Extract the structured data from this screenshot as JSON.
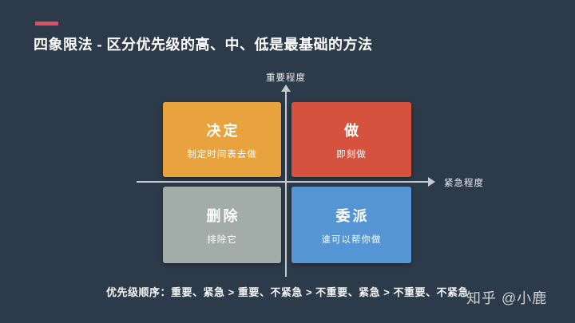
{
  "slide": {
    "title": "四象限法 - 区分优先级的高、中、低是最基础的方法",
    "accent_color": "#dd5060",
    "background_color": "#2d3a49"
  },
  "axes": {
    "y_label": "重要程度",
    "x_label": "紧急程度",
    "line_color": "#c5cad0"
  },
  "quadrants": [
    {
      "id": "decide",
      "title": "决定",
      "subtitle": "制定时间表去做",
      "color": "#e8a23e"
    },
    {
      "id": "do",
      "title": "做",
      "subtitle": "即刻做",
      "color": "#d5523e"
    },
    {
      "id": "delete",
      "title": "删除",
      "subtitle": "排除它",
      "color": "#a2aca9"
    },
    {
      "id": "delegate",
      "title": "委派",
      "subtitle": "谁可以帮你做",
      "color": "#5595d3"
    }
  ],
  "footer": {
    "priority_text": "优先级顺序：重要、紧急 > 重要、不紧急 > 不重要、紧急 > 不重要、不紧急"
  },
  "watermark": {
    "text": "知乎 @小鹿"
  }
}
